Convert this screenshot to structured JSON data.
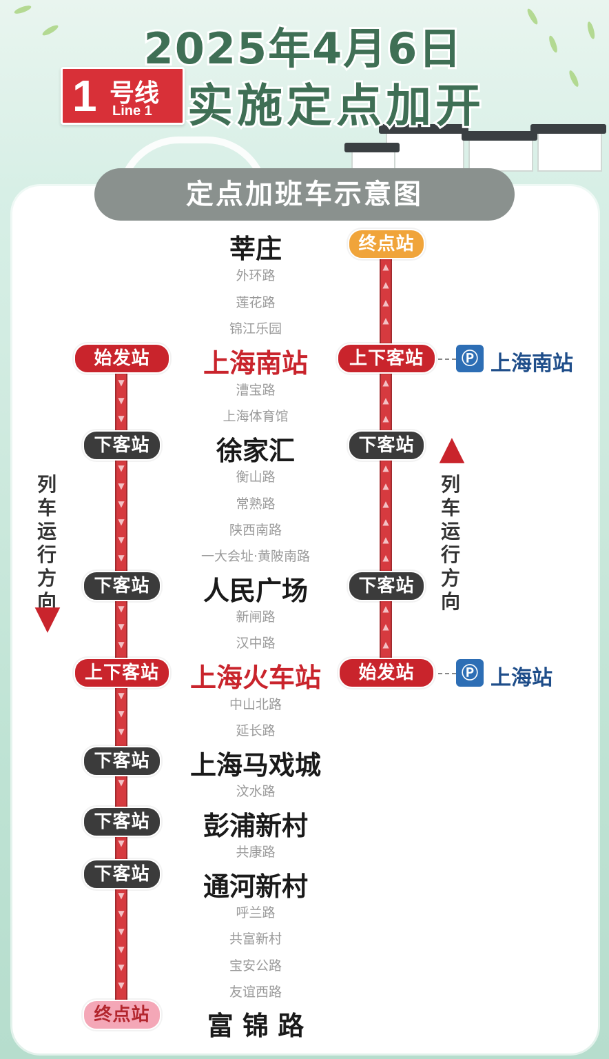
{
  "header": {
    "date_title": "2025年4月6日",
    "main_title": "实施定点加开",
    "line_number": "1",
    "line_cn": "号线",
    "line_en": "Line 1",
    "diagram_title": "定点加班车示意图"
  },
  "stations": [
    {
      "name": "莘庄",
      "type": "major"
    },
    {
      "name": "外环路",
      "type": "minor"
    },
    {
      "name": "莲花路",
      "type": "minor"
    },
    {
      "name": "锦江乐园",
      "type": "minor"
    },
    {
      "name": "上海南站",
      "type": "red"
    },
    {
      "name": "漕宝路",
      "type": "minor"
    },
    {
      "name": "上海体育馆",
      "type": "minor"
    },
    {
      "name": "徐家汇",
      "type": "major"
    },
    {
      "name": "衡山路",
      "type": "minor"
    },
    {
      "name": "常熟路",
      "type": "minor"
    },
    {
      "name": "陕西南路",
      "type": "minor"
    },
    {
      "name": "一大会址·黄陂南路",
      "type": "minor"
    },
    {
      "name": "人民广场",
      "type": "major"
    },
    {
      "name": "新闸路",
      "type": "minor"
    },
    {
      "name": "汉中路",
      "type": "minor"
    },
    {
      "name": "上海火车站",
      "type": "red"
    },
    {
      "name": "中山北路",
      "type": "minor"
    },
    {
      "name": "延长路",
      "type": "minor"
    },
    {
      "name": "上海马戏城",
      "type": "major"
    },
    {
      "name": "汶水路",
      "type": "minor"
    },
    {
      "name": "彭浦新村",
      "type": "major"
    },
    {
      "name": "共康路",
      "type": "minor"
    },
    {
      "name": "通河新村",
      "type": "major"
    },
    {
      "name": "呼兰路",
      "type": "minor"
    },
    {
      "name": "共富新村",
      "type": "minor"
    },
    {
      "name": "宝安公路",
      "type": "minor"
    },
    {
      "name": "友谊西路",
      "type": "minor"
    },
    {
      "name": "富 锦 路",
      "type": "major"
    }
  ],
  "left_route": {
    "direction_text": "列车运行方向",
    "markers": [
      {
        "label": "始发站",
        "style": "red"
      },
      {
        "label": "下客站",
        "style": "dark"
      },
      {
        "label": "下客站",
        "style": "dark"
      },
      {
        "label": "上下客站",
        "style": "red"
      },
      {
        "label": "下客站",
        "style": "dark"
      },
      {
        "label": "下客站",
        "style": "dark"
      },
      {
        "label": "下客站",
        "style": "dark"
      },
      {
        "label": "终点站",
        "style": "pink"
      }
    ]
  },
  "right_route": {
    "direction_text": "列车运行方向",
    "markers": [
      {
        "label": "终点站",
        "style": "orange"
      },
      {
        "label": "上下客站",
        "style": "red"
      },
      {
        "label": "下客站",
        "style": "dark"
      },
      {
        "label": "下客站",
        "style": "dark"
      },
      {
        "label": "始发站",
        "style": "red"
      }
    ]
  },
  "railway_links": [
    {
      "label": "上海南站",
      "icon": "railway-station-icon"
    },
    {
      "label": "上海站",
      "icon": "railway-station-icon"
    }
  ]
}
